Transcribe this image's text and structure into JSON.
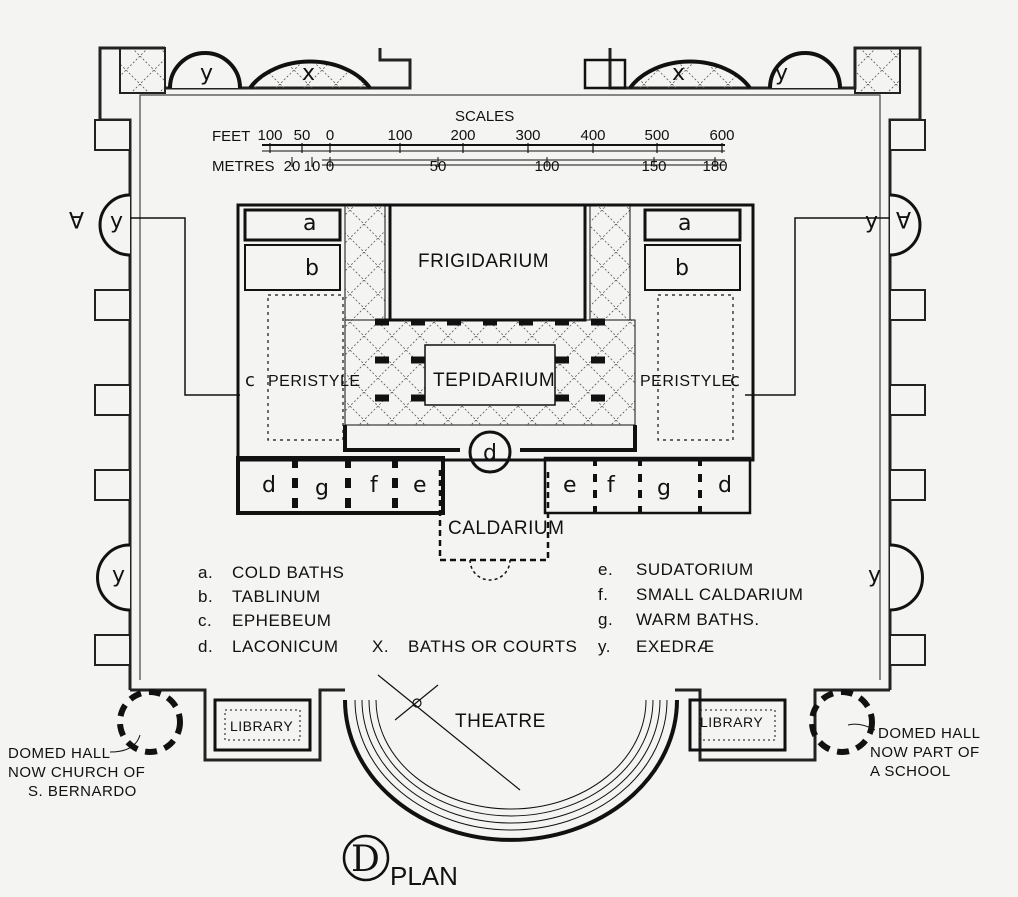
{
  "scale": {
    "title": "SCALES",
    "feet_label": "FEET",
    "feet_ticks": [
      "100",
      "50",
      "0",
      "100",
      "200",
      "300",
      "400",
      "500",
      "600"
    ],
    "metres_label": "METRES",
    "metres_ticks": [
      "20",
      "10",
      "0",
      "50",
      "100",
      "150",
      "180"
    ]
  },
  "rooms": {
    "frigidarium": "FRIGIDARIUM",
    "tepidarium": "TEPIDARIUM",
    "caldarium": "CALDARIUM",
    "peristyle_left": "PERISTYLE",
    "peristyle_right": "PERISTYLE",
    "theatre": "THEATRE",
    "library_left": "LIBRARY",
    "library_right": "LIBRARY"
  },
  "letters": {
    "a": "a",
    "b": "b",
    "c": "c",
    "d": "d",
    "e": "e",
    "f": "f",
    "g": "g",
    "x": "x",
    "y": "y",
    "section": "A"
  },
  "legend": [
    {
      "key": "a.",
      "text": "COLD BATHS"
    },
    {
      "key": "b.",
      "text": "TABLINUM"
    },
    {
      "key": "c.",
      "text": "EPHEBEUM"
    },
    {
      "key": "d.",
      "text": "LACONICUM"
    },
    {
      "key": "X.",
      "text": "BATHS OR COURTS"
    },
    {
      "key": "e.",
      "text": "SUDATORIUM"
    },
    {
      "key": "f.",
      "text": "SMALL CALDARIUM"
    },
    {
      "key": "g.",
      "text": "WARM BATHS."
    },
    {
      "key": "y.",
      "text": "EXEDRÆ"
    }
  ],
  "notes": {
    "left": [
      "DOMED HALL",
      "NOW CHURCH OF",
      "S. BERNARDO"
    ],
    "right": [
      "DOMED HALL",
      "NOW PART OF",
      "A SCHOOL"
    ]
  },
  "title": {
    "letter": "D",
    "text": "PLAN"
  }
}
